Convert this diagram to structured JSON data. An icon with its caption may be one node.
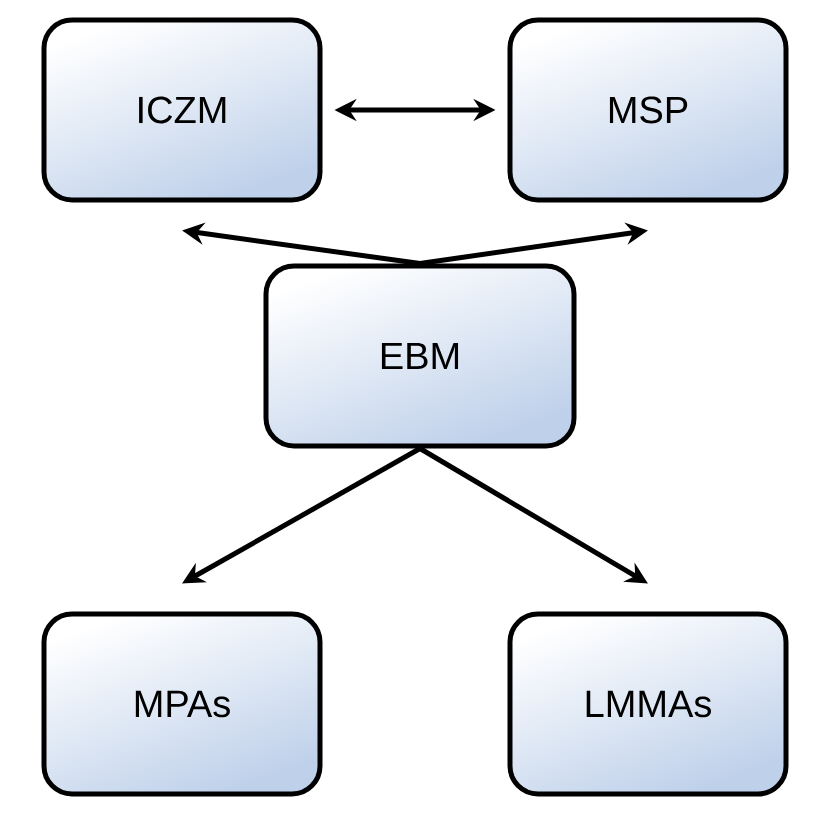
{
  "diagram": {
    "nodes": [
      {
        "text": [
          "ICZM"
        ]
      },
      {
        "text": [
          "MSP"
        ]
      },
      {
        "text": [
          "EBM"
        ]
      },
      {
        "text": [
          "MPAs"
        ]
      },
      {
        "text": [
          "LMMAs"
        ]
      }
    ],
    "edges": [
      {
        "from": 0,
        "to": 1,
        "arrow": "both"
      },
      {
        "from": 2,
        "to": 0,
        "arrow": "to"
      },
      {
        "from": 2,
        "to": 1,
        "arrow": "to"
      },
      {
        "from": 2,
        "to": 3,
        "arrow": "to"
      },
      {
        "from": 2,
        "to": 4,
        "arrow": "to"
      }
    ]
  }
}
